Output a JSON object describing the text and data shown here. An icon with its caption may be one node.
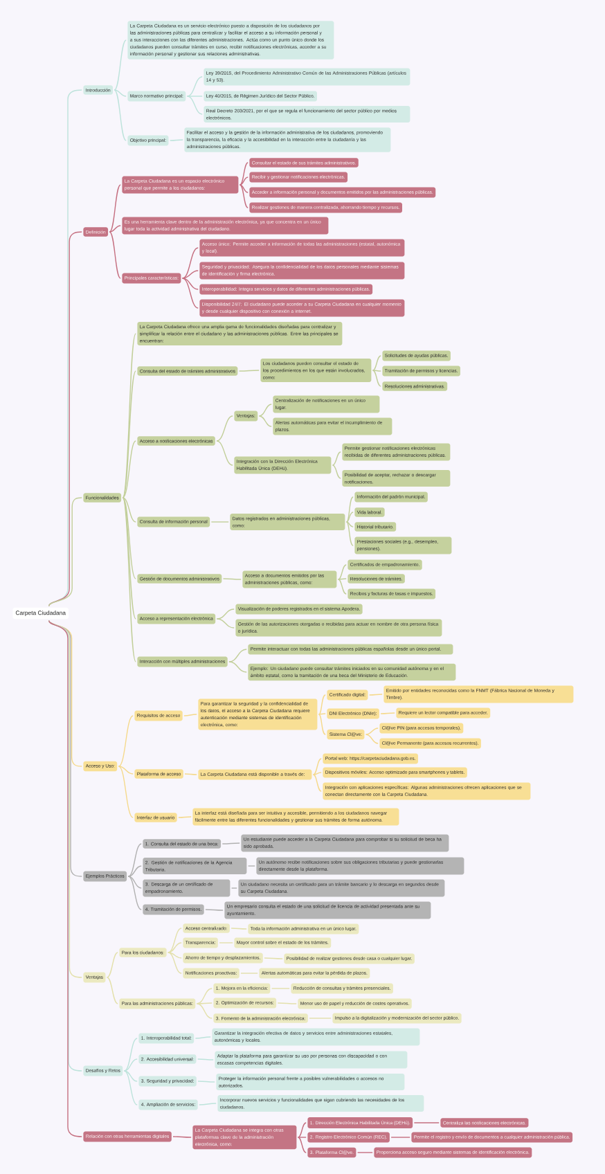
{
  "diagram": {
    "nodes": [
      {
        "text": [
          "Carpeta Ciudadana"
        ]
      },
      {
        "text": [
          "Introducción"
        ]
      },
      {
        "text": [
          "La Carpeta Ciudadana es un servicio electrónico puesto a disposición de los ciudadanos por las administraciones públicas para centralizar y facilitar el acceso a su información personal y a sus interacciones con las diferentes administraciones. Actúa como un punto único donde los ciudadanos pueden consultar trámites en curso, recibir notificaciones electrónicas, acceder a su información personal y gestionar sus relaciones administrativas."
        ]
      },
      {
        "text": [
          "Marco normativo principal:"
        ]
      },
      {
        "text": [
          "Ley 39/2015, del Procedimiento Administrativo Común de las Administraciones Públicas (artículos 14 y 53)."
        ]
      },
      {
        "text": [
          "Ley 40/2015, de Régimen Jurídico del Sector Público."
        ]
      },
      {
        "text": [
          "Real Decreto 203/2021, por el que se regula el funcionamiento del sector público por medios electrónicos."
        ]
      },
      {
        "text": [
          "Objetivo principal:"
        ]
      },
      {
        "text": [
          "Facilitar el acceso y la gestión de la información administrativa de los ciudadanos, promoviendo la transparencia, la eficacia y la accesibilidad en la interacción entre la ciudadanía y las administraciones públicas."
        ]
      },
      {
        "text": [
          "Definición"
        ]
      },
      {
        "text": [
          "La Carpeta Ciudadana es un espacio electrónico personal que permite a los ciudadanos:"
        ]
      },
      {
        "text": [
          "Consultar el estado de sus trámites administrativos."
        ]
      },
      {
        "text": [
          "Recibir y gestionar notificaciones electrónicas."
        ]
      },
      {
        "text": [
          "Acceder a información personal y documentos emitidos por las administraciones públicas."
        ]
      },
      {
        "text": [
          "Realizar gestiones de manera centralizada, ahorrando tiempo y recursos."
        ]
      },
      {
        "text": [
          "Es una herramienta clave dentro de la administración electrónica, ya que concentra en un único lugar toda la actividad administrativa del ciudadano."
        ]
      },
      {
        "text": [
          "Principales características:"
        ]
      },
      {
        "text": [
          "Acceso único: Permite acceder a información de todas las administraciones (estatal, autonómica y local)."
        ]
      },
      {
        "text": [
          "Seguridad y privacidad: Asegura la confidencialidad de los datos personales mediante sistemas de identificación y firma electrónica."
        ]
      },
      {
        "text": [
          "Interoperabilidad: Integra servicios y datos de diferentes administraciones públicas."
        ]
      },
      {
        "text": [
          "Disponibilidad 24/7: El ciudadano puede acceder a su Carpeta Ciudadana en cualquier momento y desde cualquier dispositivo con conexión a internet."
        ]
      },
      {
        "text": [
          "Funcionalidades"
        ]
      },
      {
        "text": [
          "La Carpeta Ciudadana ofrece una amplia gama de funcionalidades diseñadas para centralizar y simplificar la relación entre el ciudadano y las administraciones públicas. Entre las principales se encuentran:"
        ]
      },
      {
        "text": [
          "Consulta del estado de trámites administrativos"
        ]
      },
      {
        "text": [
          "Los ciudadanos pueden consultar el estado de los procedimientos en los que están involucrados, como:"
        ]
      },
      {
        "text": [
          "Solicitudes de ayudas públicas."
        ]
      },
      {
        "text": [
          "Tramitación de permisos y licencias."
        ]
      },
      {
        "text": [
          "Resoluciones administrativas."
        ]
      },
      {
        "text": [
          "Acceso a notificaciones electrónicas"
        ]
      },
      {
        "text": [
          "Ventajas:"
        ]
      },
      {
        "text": [
          "Centralización de notificaciones en un único lugar."
        ]
      },
      {
        "text": [
          "Alertas automáticas para evitar el incumplimiento de plazos."
        ]
      },
      {
        "text": [
          "Integración con la Dirección Electrónica Habilitada Única (DEHú)."
        ]
      },
      {
        "text": [
          "Permite gestionar notificaciones electrónicas recibidas de diferentes administraciones públicas."
        ]
      },
      {
        "text": [
          "Posibilidad de aceptar, rechazar o descargar notificaciones."
        ]
      },
      {
        "text": [
          "Consulta de información personal"
        ]
      },
      {
        "text": [
          "Datos registrados en administraciones públicas, como:"
        ]
      },
      {
        "text": [
          "Información del padrón municipal."
        ]
      },
      {
        "text": [
          "Vida laboral."
        ]
      },
      {
        "text": [
          "Historial tributario."
        ]
      },
      {
        "text": [
          "Prestaciones sociales (e.g., desempleo, pensiones)."
        ]
      },
      {
        "text": [
          "Gestión de documentos administrativos"
        ]
      },
      {
        "text": [
          "Acceso a documentos emitidos por las administraciones públicas, como:"
        ]
      },
      {
        "text": [
          "Certificados de empadronamiento."
        ]
      },
      {
        "text": [
          "Resoluciones de trámites."
        ]
      },
      {
        "text": [
          "Recibos y facturas de tasas e impuestos."
        ]
      },
      {
        "text": [
          "Acceso a representación electrónica"
        ]
      },
      {
        "text": [
          "Visualización de poderes registrados en el sistema Apodera."
        ]
      },
      {
        "text": [
          "Gestión de las autorizaciones otorgadas o recibidas para actuar en nombre de otra persona física o jurídica."
        ]
      },
      {
        "text": [
          "Interacción con múltiples administraciones"
        ]
      },
      {
        "text": [
          "Permite interactuar con todas las administraciones públicas españolas desde un único portal."
        ]
      },
      {
        "text": [
          "Ejemplo: Un ciudadano puede consultar trámites iniciados en su comunidad autónoma y en el ámbito estatal, como la tramitación de una beca del Ministerio de Educación."
        ]
      },
      {
        "text": [
          "Acceso y Uso:"
        ]
      },
      {
        "text": [
          "Requisitos de acceso"
        ]
      },
      {
        "text": [
          "Para garantizar la seguridad y la confidencialidad de los datos, el acceso a la Carpeta Ciudadana requiere autenticación mediante sistemas de identificación electrónica, como:"
        ]
      },
      {
        "text": [
          "Certificado digital:"
        ]
      },
      {
        "text": [
          "Emitido por entidades reconocidas como la FNMT (Fábrica Nacional de Moneda y Timbre)."
        ]
      },
      {
        "text": [
          "DNI Electrónico (DNIe):"
        ]
      },
      {
        "text": [
          "Requiere un lector compatible para acceder."
        ]
      },
      {
        "text": [
          "Sistema Cl@ve:"
        ]
      },
      {
        "text": [
          "Cl@ve PIN (para accesos temporales)."
        ]
      },
      {
        "text": [
          "Cl@ve Permanente (para accesos recurrentes)."
        ]
      },
      {
        "text": [
          "Plataforma de acceso"
        ]
      },
      {
        "text": [
          "La Carpeta Ciudadana está disponible a través de:"
        ]
      },
      {
        "text": [
          "Portal web: https://carpetaciudadana.gob.es."
        ]
      },
      {
        "text": [
          "Dispositivos móviles: Acceso optimizado para smartphones y tablets."
        ]
      },
      {
        "text": [
          "Integración con aplicaciones específicas: Algunas administraciones ofrecen aplicaciones que se conectan directamente con la Carpeta Ciudadana."
        ]
      },
      {
        "text": [
          "Interfaz de usuario"
        ]
      },
      {
        "text": [
          "La interfaz está diseñada para ser intuitiva y accesible, permitiendo a los ciudadanos navegar fácilmente entre las diferentes funcionalidades y gestionar sus trámites de forma autónoma."
        ]
      },
      {
        "text": [
          "Ejemplos Prácticos"
        ]
      },
      {
        "text": [
          "1. Consulta del estado de una beca:"
        ]
      },
      {
        "text": [
          "Un estudiante puede acceder a la Carpeta Ciudadana para comprobar si su solicitud de beca ha sido aprobada."
        ]
      },
      {
        "text": [
          "2. Gestión de notificaciones de la Agencia Tributaria."
        ]
      },
      {
        "text": [
          "Un autónomo recibe notificaciones sobre sus obligaciones tributarias y puede gestionarlas directamente desde la plataforma."
        ]
      },
      {
        "text": [
          "3. Descarga de un certificado de empadronamiento."
        ]
      },
      {
        "text": [
          "Un ciudadano necesita un certificado para un trámite bancario y lo descarga en segundos desde su Carpeta Ciudadana."
        ]
      },
      {
        "text": [
          "4. Tramitación de permisos."
        ]
      },
      {
        "text": [
          "Un empresario consulta el estado de una solicitud de licencia de actividad presentada ante su ayuntamiento."
        ]
      },
      {
        "text": [
          "Ventajas"
        ]
      },
      {
        "text": [
          "Para los ciudadanos:"
        ]
      },
      {
        "text": [
          "Acceso centralizado:"
        ]
      },
      {
        "text": [
          "Toda la información administrativa en un único lugar."
        ]
      },
      {
        "text": [
          "Transparencia:"
        ]
      },
      {
        "text": [
          "Mayor control sobre el estado de los trámites."
        ]
      },
      {
        "text": [
          "Ahorro de tiempo y desplazamientos."
        ]
      },
      {
        "text": [
          "Posibilidad de realizar gestiones desde casa o cualquier lugar."
        ]
      },
      {
        "text": [
          "Notificaciones proactivas:"
        ]
      },
      {
        "text": [
          "Alertas automáticas para evitar la pérdida de plazos."
        ]
      },
      {
        "text": [
          "Para las administraciones públicas:"
        ]
      },
      {
        "text": [
          "1. Mejora en la eficiencia:"
        ]
      },
      {
        "text": [
          "Reducción de consultas y trámites presenciales."
        ]
      },
      {
        "text": [
          "2. Optimización de recursos:"
        ]
      },
      {
        "text": [
          "Menor uso de papel y reducción de costes operativos."
        ]
      },
      {
        "text": [
          "3. Fomento de la administración electrónica:"
        ]
      },
      {
        "text": [
          "Impulso a la digitalización y modernización del sector público."
        ]
      },
      {
        "text": [
          "Desafíos y Retos"
        ]
      },
      {
        "text": [
          "1. Interoperabilidad total:"
        ]
      },
      {
        "text": [
          "Garantizar la integración efectiva de datos y servicios entre administraciones estatales, autonómicas y locales."
        ]
      },
      {
        "text": [
          "2. Accesibilidad universal:"
        ]
      },
      {
        "text": [
          "Adaptar la plataforma para garantizar su uso por personas con discapacidad o con escasas competencias digitales."
        ]
      },
      {
        "text": [
          "3. Seguridad y privacidad:"
        ]
      },
      {
        "text": [
          "Proteger la información personal frente a posibles vulnerabilidades o accesos no autorizados."
        ]
      },
      {
        "text": [
          "4. Ampliación de servicios:"
        ]
      },
      {
        "text": [
          "Incorporar nuevos servicios y funcionalidades que sigan cubriendo las necesidades de los ciudadanos."
        ]
      },
      {
        "text": [
          "Relación con otras herramientas digitales"
        ]
      },
      {
        "text": [
          "La Carpeta Ciudadana se integra con otras plataformas clave de la administración electrónica, como:"
        ]
      },
      {
        "text": [
          "1. Dirección Electrónica Habilitada Única (DEHú)."
        ]
      },
      {
        "text": [
          "Centraliza las notificaciones electrónicas."
        ]
      },
      {
        "text": [
          "2. Registro Electrónico Común (REC)."
        ]
      },
      {
        "text": [
          "Permite el registro y envío de documentos a cualquier administración pública."
        ]
      },
      {
        "text": [
          "3. Plataforma Cl@ve."
        ]
      },
      {
        "text": [
          "Proporciona acceso seguro mediante sistemas de identificación electrónica."
        ]
      }
    ],
    "edges": [
      {
        "from": 0,
        "to": 1,
        "arrow": "none",
        "color": "#bde3db"
      },
      {
        "from": 1,
        "to": 2,
        "arrow": "none",
        "color": "#bde3db"
      },
      {
        "from": 1,
        "to": 3,
        "arrow": "none",
        "color": "#bde3db"
      },
      {
        "from": 3,
        "to": 4,
        "arrow": "none",
        "color": "#bde3db"
      },
      {
        "from": 3,
        "to": 5,
        "arrow": "none",
        "color": "#bde3db"
      },
      {
        "from": 3,
        "to": 6,
        "arrow": "none",
        "color": "#bde3db"
      },
      {
        "from": 1,
        "to": 7,
        "arrow": "none",
        "color": "#bde3db"
      },
      {
        "from": 7,
        "to": 8,
        "arrow": "none",
        "color": "#bde3db"
      },
      {
        "from": 0,
        "to": 9,
        "arrow": "none",
        "color": "#c56f80"
      },
      {
        "from": 9,
        "to": 10,
        "arrow": "none",
        "color": "#c56f80"
      },
      {
        "from": 10,
        "to": 11,
        "arrow": "none",
        "color": "#c56f80"
      },
      {
        "from": 10,
        "to": 12,
        "arrow": "none",
        "color": "#c56f80"
      },
      {
        "from": 10,
        "to": 13,
        "arrow": "none",
        "color": "#c56f80"
      },
      {
        "from": 10,
        "to": 14,
        "arrow": "none",
        "color": "#c56f80"
      },
      {
        "from": 9,
        "to": 15,
        "arrow": "none",
        "color": "#c56f80"
      },
      {
        "from": 9,
        "to": 16,
        "arrow": "none",
        "color": "#c56f80"
      },
      {
        "from": 16,
        "to": 17,
        "arrow": "none",
        "color": "#c56f80"
      },
      {
        "from": 16,
        "to": 18,
        "arrow": "none",
        "color": "#c56f80"
      },
      {
        "from": 16,
        "to": 19,
        "arrow": "none",
        "color": "#c56f80"
      },
      {
        "from": 16,
        "to": 20,
        "arrow": "none",
        "color": "#c56f80"
      },
      {
        "from": 0,
        "to": 21,
        "arrow": "none"
      },
      {
        "from": 21,
        "to": 22,
        "arrow": "none"
      },
      {
        "from": 21,
        "to": 23,
        "arrow": "none"
      },
      {
        "from": 23,
        "to": 24,
        "arrow": "none"
      },
      {
        "from": 24,
        "to": 25,
        "arrow": "none"
      },
      {
        "from": 24,
        "to": 26,
        "arrow": "none"
      },
      {
        "from": 24,
        "to": 27,
        "arrow": "none"
      },
      {
        "from": 21,
        "to": 28,
        "arrow": "none"
      },
      {
        "from": 28,
        "to": 29,
        "arrow": "none"
      },
      {
        "from": 29,
        "to": 30,
        "arrow": "none"
      },
      {
        "from": 29,
        "to": 31,
        "arrow": "none"
      },
      {
        "from": 28,
        "to": 32,
        "arrow": "none"
      },
      {
        "from": 32,
        "to": 33,
        "arrow": "none"
      },
      {
        "from": 32,
        "to": 34,
        "arrow": "none"
      },
      {
        "from": 21,
        "to": 35,
        "arrow": "none"
      },
      {
        "from": 35,
        "to": 36,
        "arrow": "none"
      },
      {
        "from": 36,
        "to": 37,
        "arrow": "none"
      },
      {
        "from": 36,
        "to": 38,
        "arrow": "none"
      },
      {
        "from": 36,
        "to": 39,
        "arrow": "none"
      },
      {
        "from": 36,
        "to": 40,
        "arrow": "none"
      },
      {
        "from": 21,
        "to": 41,
        "arrow": "none"
      },
      {
        "from": 41,
        "to": 42,
        "arrow": "none"
      },
      {
        "from": 42,
        "to": 43,
        "arrow": "none"
      },
      {
        "from": 42,
        "to": 44,
        "arrow": "none"
      },
      {
        "from": 42,
        "to": 45,
        "arrow": "none"
      },
      {
        "from": 21,
        "to": 46,
        "arrow": "none"
      },
      {
        "from": 46,
        "to": 47,
        "arrow": "none"
      },
      {
        "from": 46,
        "to": 48,
        "arrow": "none"
      },
      {
        "from": 21,
        "to": 49,
        "arrow": "none"
      },
      {
        "from": 49,
        "to": 50,
        "arrow": "none"
      },
      {
        "from": 49,
        "to": 51,
        "arrow": "none"
      },
      {
        "from": 0,
        "to": 52,
        "arrow": "none",
        "color": "#f5d98b"
      },
      {
        "from": 52,
        "to": 53,
        "arrow": "none",
        "color": "#f5d98b"
      },
      {
        "from": 53,
        "to": 54,
        "arrow": "none",
        "color": "#f5d98b"
      },
      {
        "from": 54,
        "to": 55,
        "arrow": "none",
        "color": "#f5d98b"
      },
      {
        "from": 55,
        "to": 56,
        "arrow": "none",
        "color": "#f5d98b"
      },
      {
        "from": 54,
        "to": 57,
        "arrow": "none",
        "color": "#f5d98b"
      },
      {
        "from": 57,
        "to": 58,
        "arrow": "none",
        "color": "#f5d98b"
      },
      {
        "from": 54,
        "to": 59,
        "arrow": "none",
        "color": "#f5d98b"
      },
      {
        "from": 59,
        "to": 60,
        "arrow": "none",
        "color": "#f5d98b"
      },
      {
        "from": 59,
        "to": 61,
        "arrow": "none",
        "color": "#f5d98b"
      },
      {
        "from": 52,
        "to": 62,
        "arrow": "none",
        "color": "#f5d98b"
      },
      {
        "from": 62,
        "to": 63,
        "arrow": "none",
        "color": "#f5d98b"
      },
      {
        "from": 63,
        "to": 64,
        "arrow": "none",
        "color": "#f5d98b"
      },
      {
        "from": 63,
        "to": 65,
        "arrow": "none",
        "color": "#f5d98b"
      },
      {
        "from": 63,
        "to": 66,
        "arrow": "none",
        "color": "#f5d98b"
      },
      {
        "from": 52,
        "to": 67,
        "arrow": "none",
        "color": "#f5d98b"
      },
      {
        "from": 67,
        "to": 68,
        "arrow": "none",
        "color": "#f5d98b"
      },
      {
        "from": 0,
        "to": 69,
        "arrow": "none",
        "color": "#b1b1b1"
      },
      {
        "from": 69,
        "to": 70,
        "arrow": "none",
        "color": "#b1b1b1"
      },
      {
        "from": 70,
        "to": 71,
        "arrow": "none",
        "color": "#b1b1b1"
      },
      {
        "from": 69,
        "to": 72,
        "arrow": "none",
        "color": "#b1b1b1"
      },
      {
        "from": 72,
        "to": 73,
        "arrow": "none",
        "color": "#b1b1b1"
      },
      {
        "from": 69,
        "to": 74,
        "arrow": "none",
        "color": "#b1b1b1"
      },
      {
        "from": 74,
        "to": 75,
        "arrow": "none",
        "color": "#b1b1b1"
      },
      {
        "from": 69,
        "to": 76,
        "arrow": "none",
        "color": "#b1b1b1"
      },
      {
        "from": 76,
        "to": 77,
        "arrow": "none",
        "color": "#b1b1b1"
      },
      {
        "from": 0,
        "to": 78,
        "arrow": "none",
        "color": "#e3e0ab"
      },
      {
        "from": 78,
        "to": 79,
        "arrow": "none",
        "color": "#e3e0ab"
      },
      {
        "from": 79,
        "to": 80,
        "arrow": "none",
        "color": "#e3e0ab"
      },
      {
        "from": 80,
        "to": 81,
        "arrow": "none",
        "color": "#e3e0ab"
      },
      {
        "from": 79,
        "to": 82,
        "arrow": "none",
        "color": "#e3e0ab"
      },
      {
        "from": 82,
        "to": 83,
        "arrow": "none",
        "color": "#e3e0ab"
      },
      {
        "from": 79,
        "to": 84,
        "arrow": "none",
        "color": "#e3e0ab"
      },
      {
        "from": 84,
        "to": 85,
        "arrow": "none",
        "color": "#e3e0ab"
      },
      {
        "from": 79,
        "to": 86,
        "arrow": "none",
        "color": "#e3e0ab"
      },
      {
        "from": 86,
        "to": 87,
        "arrow": "none",
        "color": "#e3e0ab"
      },
      {
        "from": 78,
        "to": 88,
        "arrow": "none",
        "color": "#e3e0ab"
      },
      {
        "from": 88,
        "to": 89,
        "arrow": "none",
        "color": "#e3e0ab"
      },
      {
        "from": 89,
        "to": 90,
        "arrow": "none",
        "color": "#e3e0ab"
      },
      {
        "from": 88,
        "to": 91,
        "arrow": "none",
        "color": "#e3e0ab"
      },
      {
        "from": 91,
        "to": 92,
        "arrow": "none",
        "color": "#e3e0ab"
      },
      {
        "from": 88,
        "to": 93,
        "arrow": "none",
        "color": "#e3e0ab"
      },
      {
        "from": 93,
        "to": 94,
        "arrow": "none",
        "color": "#e3e0ab"
      },
      {
        "from": 0,
        "to": 95,
        "arrow": "none",
        "color": "#bde3db"
      },
      {
        "from": 95,
        "to": 96,
        "arrow": "none",
        "color": "#bde3db"
      },
      {
        "from": 96,
        "to": 97,
        "arrow": "none",
        "color": "#bde3db"
      },
      {
        "from": 95,
        "to": 98,
        "arrow": "none",
        "color": "#bde3db"
      },
      {
        "from": 98,
        "to": 99,
        "arrow": "none",
        "color": "#bde3db"
      },
      {
        "from": 95,
        "to": 100,
        "arrow": "none",
        "color": "#bde3db"
      },
      {
        "from": 100,
        "to": 101,
        "arrow": "none",
        "color": "#bde3db"
      },
      {
        "from": 95,
        "to": 102,
        "arrow": "none",
        "color": "#bde3db"
      },
      {
        "from": 102,
        "to": 103,
        "arrow": "none",
        "color": "#bde3db"
      },
      {
        "from": 0,
        "to": 104,
        "arrow": "none",
        "color": "#c56f80"
      },
      {
        "from": 104,
        "to": 105,
        "arrow": "none",
        "color": "#c56f80"
      },
      {
        "from": 105,
        "to": 106,
        "arrow": "none",
        "color": "#c56f80"
      },
      {
        "from": 106,
        "to": 107,
        "arrow": "none",
        "color": "#c56f80"
      },
      {
        "from": 105,
        "to": 108,
        "arrow": "none",
        "color": "#c56f80"
      },
      {
        "from": 108,
        "to": 109,
        "arrow": "none",
        "color": "#c56f80"
      },
      {
        "from": 105,
        "to": 110,
        "arrow": "none",
        "color": "#c56f80"
      },
      {
        "from": 110,
        "to": 111,
        "arrow": "none",
        "color": "#c56f80"
      }
    ]
  }
}
